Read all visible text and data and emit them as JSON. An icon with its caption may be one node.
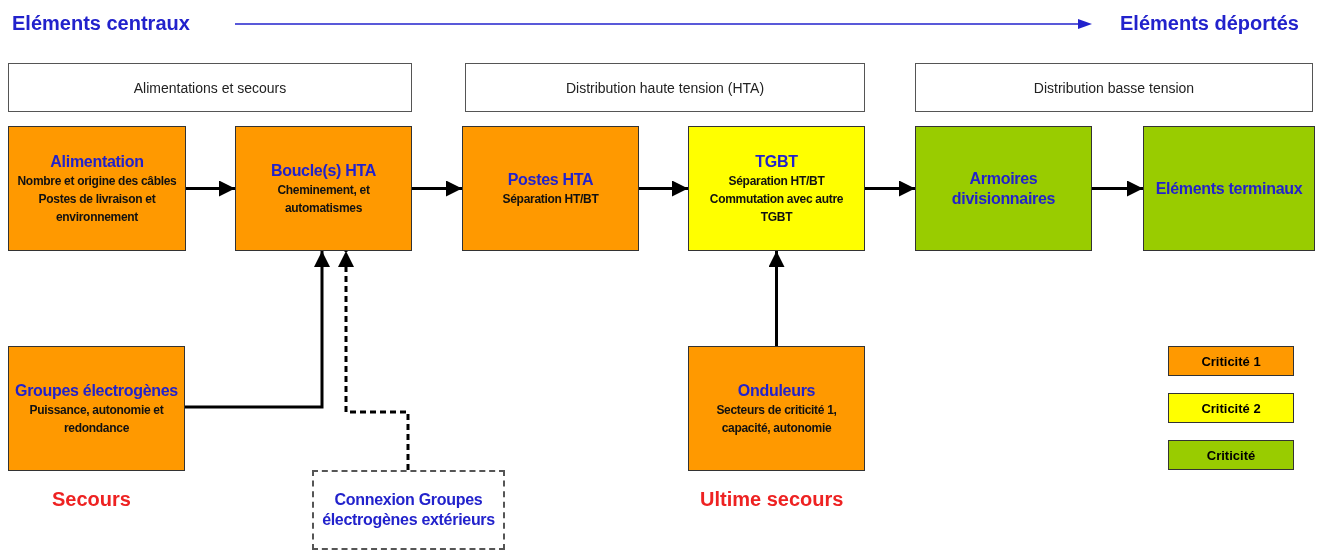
{
  "diagram": {
    "nodes": [
      {
        "text": [
          "Alimentations et secours"
        ]
      },
      {
        "text": [
          "Distribution haute tension (HTA)"
        ]
      },
      {
        "text": [
          "Distribution basse tension"
        ]
      },
      {
        "text": [
          "Alimentation",
          "Nombre et origine des câbles",
          "Postes de livraison et environnement"
        ]
      },
      {
        "text": [
          "Boucle(s) HTA",
          "Cheminement, et automatismes"
        ]
      },
      {
        "text": [
          "Postes HTA",
          "Séparation HT/BT"
        ]
      },
      {
        "text": [
          "TGBT",
          "Séparation HT/BT",
          "Commutation avec autre TGBT"
        ]
      },
      {
        "text": [
          "Armoires divisionnaires"
        ]
      },
      {
        "text": [
          "Eléments terminaux"
        ]
      },
      {
        "text": [
          "Groupes électrogènes",
          "Puissance, autonomie et redondance"
        ]
      },
      {
        "text": [
          "Connexion Groupes électrogènes extérieurs"
        ]
      },
      {
        "text": [
          "Onduleurs",
          "Secteurs de criticité 1, capacité, autonomie"
        ]
      }
    ],
    "edges": [
      {
        "from": 3,
        "to": 4,
        "arrow": "to"
      },
      {
        "from": 4,
        "to": 5,
        "arrow": "to"
      },
      {
        "from": 5,
        "to": 6,
        "arrow": "to"
      },
      {
        "from": 6,
        "to": 7,
        "arrow": "to"
      },
      {
        "from": 7,
        "to": 8,
        "arrow": "to"
      },
      {
        "from": 9,
        "to": 4,
        "arrow": "to"
      },
      {
        "from": 10,
        "to": 4,
        "arrow": "to",
        "style": "dashed"
      },
      {
        "from": 11,
        "to": 6,
        "arrow": "to"
      }
    ],
    "labels": [
      "Eléments centraux",
      "Eléments déportés",
      "Secours",
      "Ultime secours"
    ],
    "legend": [
      {
        "text": "Criticité 1",
        "color": "#ff9900"
      },
      {
        "text": "Criticité 2",
        "color": "#ffff00"
      },
      {
        "text": "Criticité",
        "color": "#99cc00"
      }
    ]
  }
}
